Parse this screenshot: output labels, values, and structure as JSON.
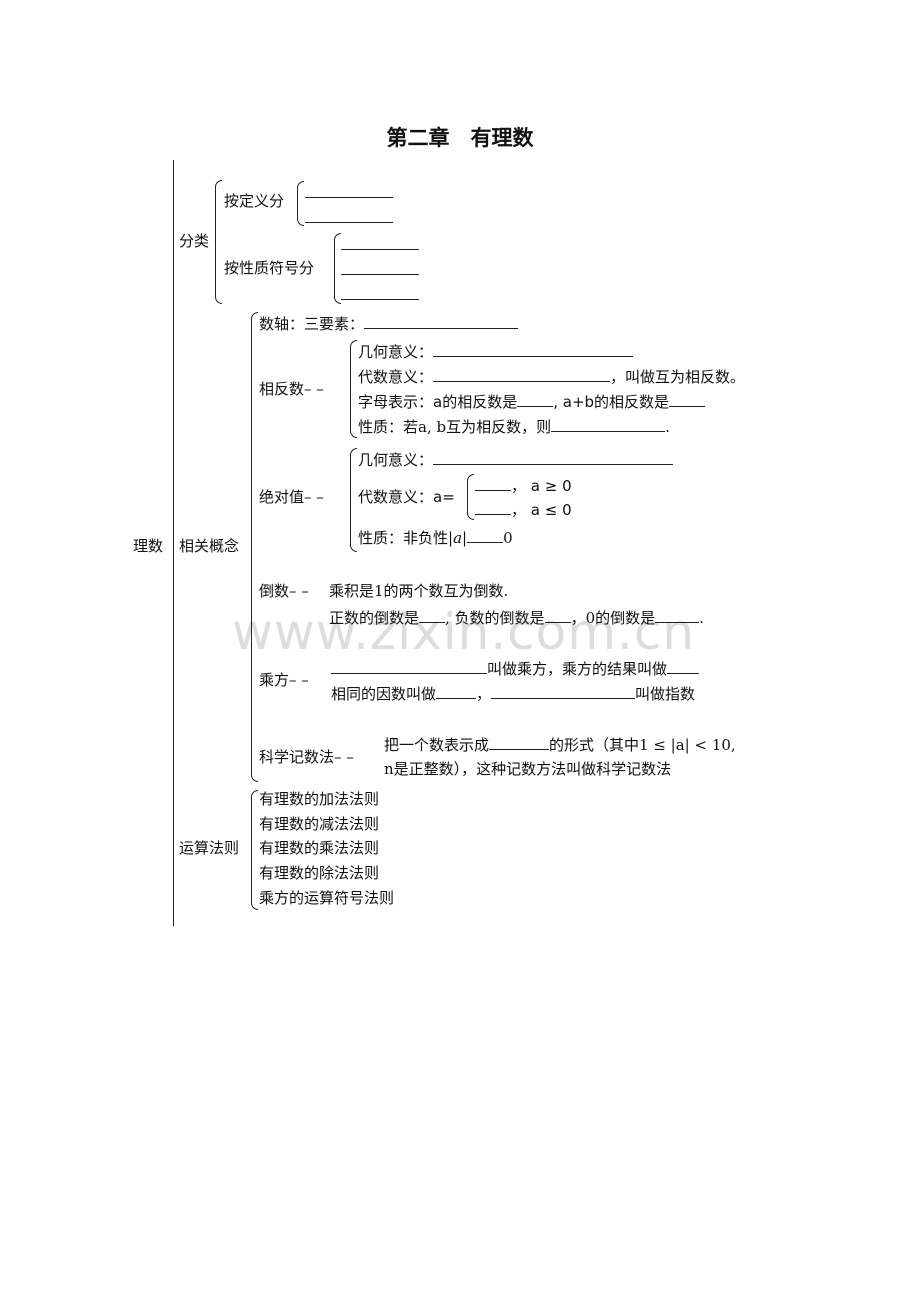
{
  "title": "第二章　有理数",
  "root": {
    "label": "理数"
  },
  "classification": {
    "label": "分类",
    "by_definition": {
      "label": "按定义分",
      "blanks": 2
    },
    "by_sign": {
      "label": "按性质符号分",
      "blanks": 3
    }
  },
  "concepts": {
    "label": "相关概念",
    "number_line": {
      "text": "数轴：三要素："
    },
    "opposite": {
      "label": "相反数– –",
      "geometric": "几何意义：",
      "algebraic": "代数意义：",
      "algebraic_suffix": "，叫做互为相反数。",
      "letter_prefix": "字母表示：",
      "letter_a": "a的相反数是",
      "letter_ab": ", a+b的相反数是",
      "property": "性质：若a, b互为相反数，则",
      "property_end": "."
    },
    "absolute": {
      "label": "绝对值– –",
      "geometric": "几何意义：",
      "algebraic": "代数意义：",
      "a_eq": "a=",
      "case1": "，  a ≥ 0",
      "case2": "，  a ≤ 0",
      "property": "性质：非负性",
      "abs_a": "|a|",
      "zero": "0"
    },
    "reciprocal": {
      "label": "倒数– –",
      "line1": "乘积是1的两个数互为倒数.",
      "pos": "正数的倒数是",
      "neg": ", 负数的倒数是",
      "zero": "，0的倒数是",
      "end": "."
    },
    "power": {
      "label": "乘方– –",
      "line1_mid": "叫做乘方，乘方的结果叫做",
      "line2_start": "相同的因数叫做",
      "line2_comma": "，",
      "line2_end": "叫做指数"
    },
    "scientific": {
      "label": "科学记数法– –",
      "line1_start": "把一个数表示成",
      "line1_end": "的形式（其中1 ≤ |a| < 10,",
      "line2": "n是正整数），这种记数方法叫做科学记数法"
    }
  },
  "operations": {
    "label": "运算法则",
    "items": [
      "有理数的加法法则",
      "有理数的减法法则",
      "有理数的乘法法则",
      "有理数的除法法则",
      "乘方的运算符号法则"
    ]
  },
  "watermark": "www.zixin.com.cn"
}
